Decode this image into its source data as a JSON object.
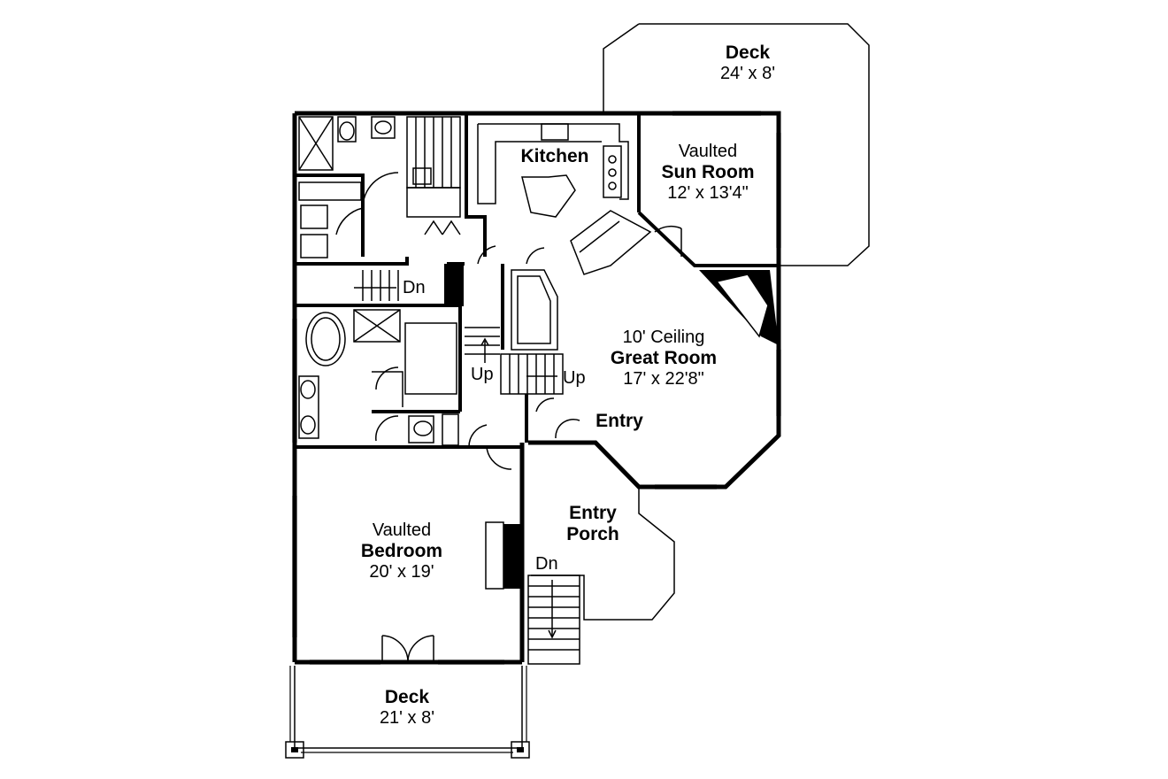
{
  "rooms": {
    "deck_top": {
      "name": "Deck",
      "size": "24' x 8'"
    },
    "kitchen": {
      "name": "Kitchen"
    },
    "sun_room": {
      "prefix": "Vaulted",
      "name": "Sun Room",
      "size": "12' x 13'4\""
    },
    "great_room": {
      "prefix": "10' Ceiling",
      "name": "Great Room",
      "size": "17' x 22'8\""
    },
    "entry": {
      "name": "Entry"
    },
    "entry_porch": {
      "line1": "Entry",
      "line2": "Porch"
    },
    "bedroom": {
      "prefix": "Vaulted",
      "name": "Bedroom",
      "size": "20' x 19'"
    },
    "deck_bottom": {
      "name": "Deck",
      "size": "21' x 8'"
    }
  },
  "stairs": {
    "dn_upper": "Dn",
    "up_left": "Up",
    "up_right": "Up",
    "dn_porch": "Dn"
  }
}
